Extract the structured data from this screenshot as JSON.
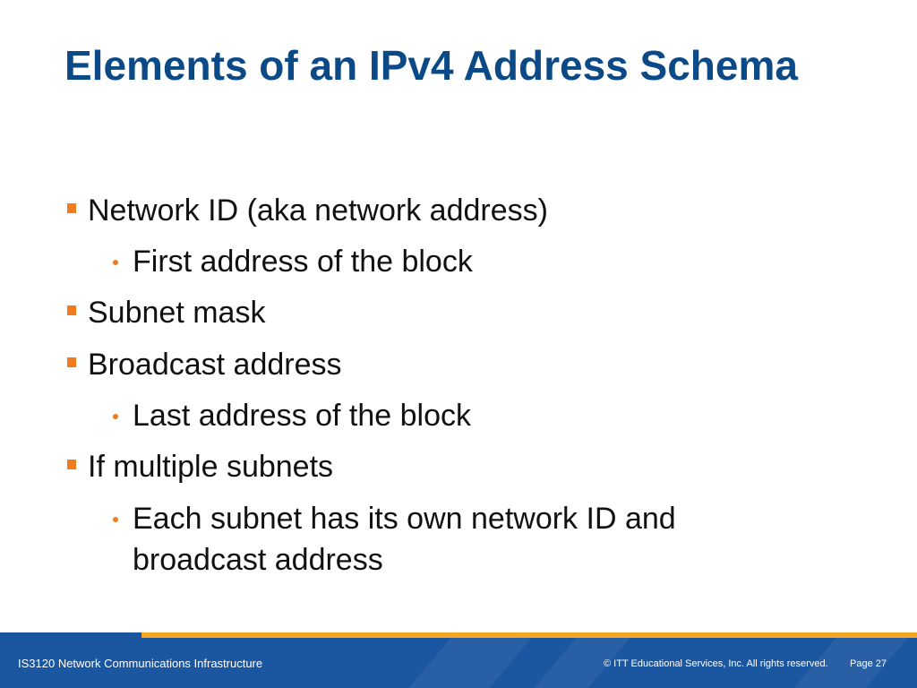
{
  "slide": {
    "title": "Elements of an IPv4 Address Schema",
    "bullets": [
      {
        "level": 1,
        "text": "Network ID (aka network address)"
      },
      {
        "level": 2,
        "text": "First address of the block"
      },
      {
        "level": 1,
        "text": "Subnet mask"
      },
      {
        "level": 1,
        "text": "Broadcast address"
      },
      {
        "level": 2,
        "text": "Last address of the block"
      },
      {
        "level": 1,
        "text": "If multiple subnets"
      },
      {
        "level": 2,
        "text": "Each subnet has its own network ID and broadcast address"
      }
    ]
  },
  "footer": {
    "course": "IS3120 Network Communications Infrastructure",
    "copyright": "© ITT Educational Services, Inc. All rights reserved.",
    "page": "Page 27"
  },
  "colors": {
    "title": "#0b4a86",
    "bullet_marker": "#f07c1e",
    "footer_background": "#1b56a0",
    "footer_rule": "#f5a623"
  }
}
